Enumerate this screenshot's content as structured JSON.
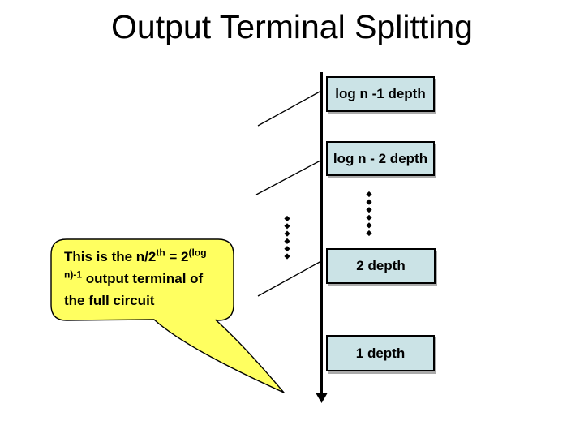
{
  "slide": {
    "title": "Output Terminal Splitting"
  },
  "diagram": {
    "depth_boxes": [
      {
        "label": "log n -1 depth"
      },
      {
        "label": "log n - 2 depth"
      },
      {
        "label": "2 depth"
      },
      {
        "label": "1 depth"
      }
    ],
    "icons": {
      "output_line": "down-arrow-line",
      "branches": "diagonal-split-lines",
      "ellipsis": "diamond-vertical-ellipsis"
    }
  },
  "callout": {
    "part1": "This is the n/2",
    "sup1": "th",
    "part2": " = 2",
    "sup2": "(log n)-1",
    "part3": " output terminal of the full circuit"
  },
  "colors": {
    "box_fill": "#cbe3e6",
    "box_border": "#000000",
    "callout_fill": "#ffff60",
    "line": "#000000"
  }
}
